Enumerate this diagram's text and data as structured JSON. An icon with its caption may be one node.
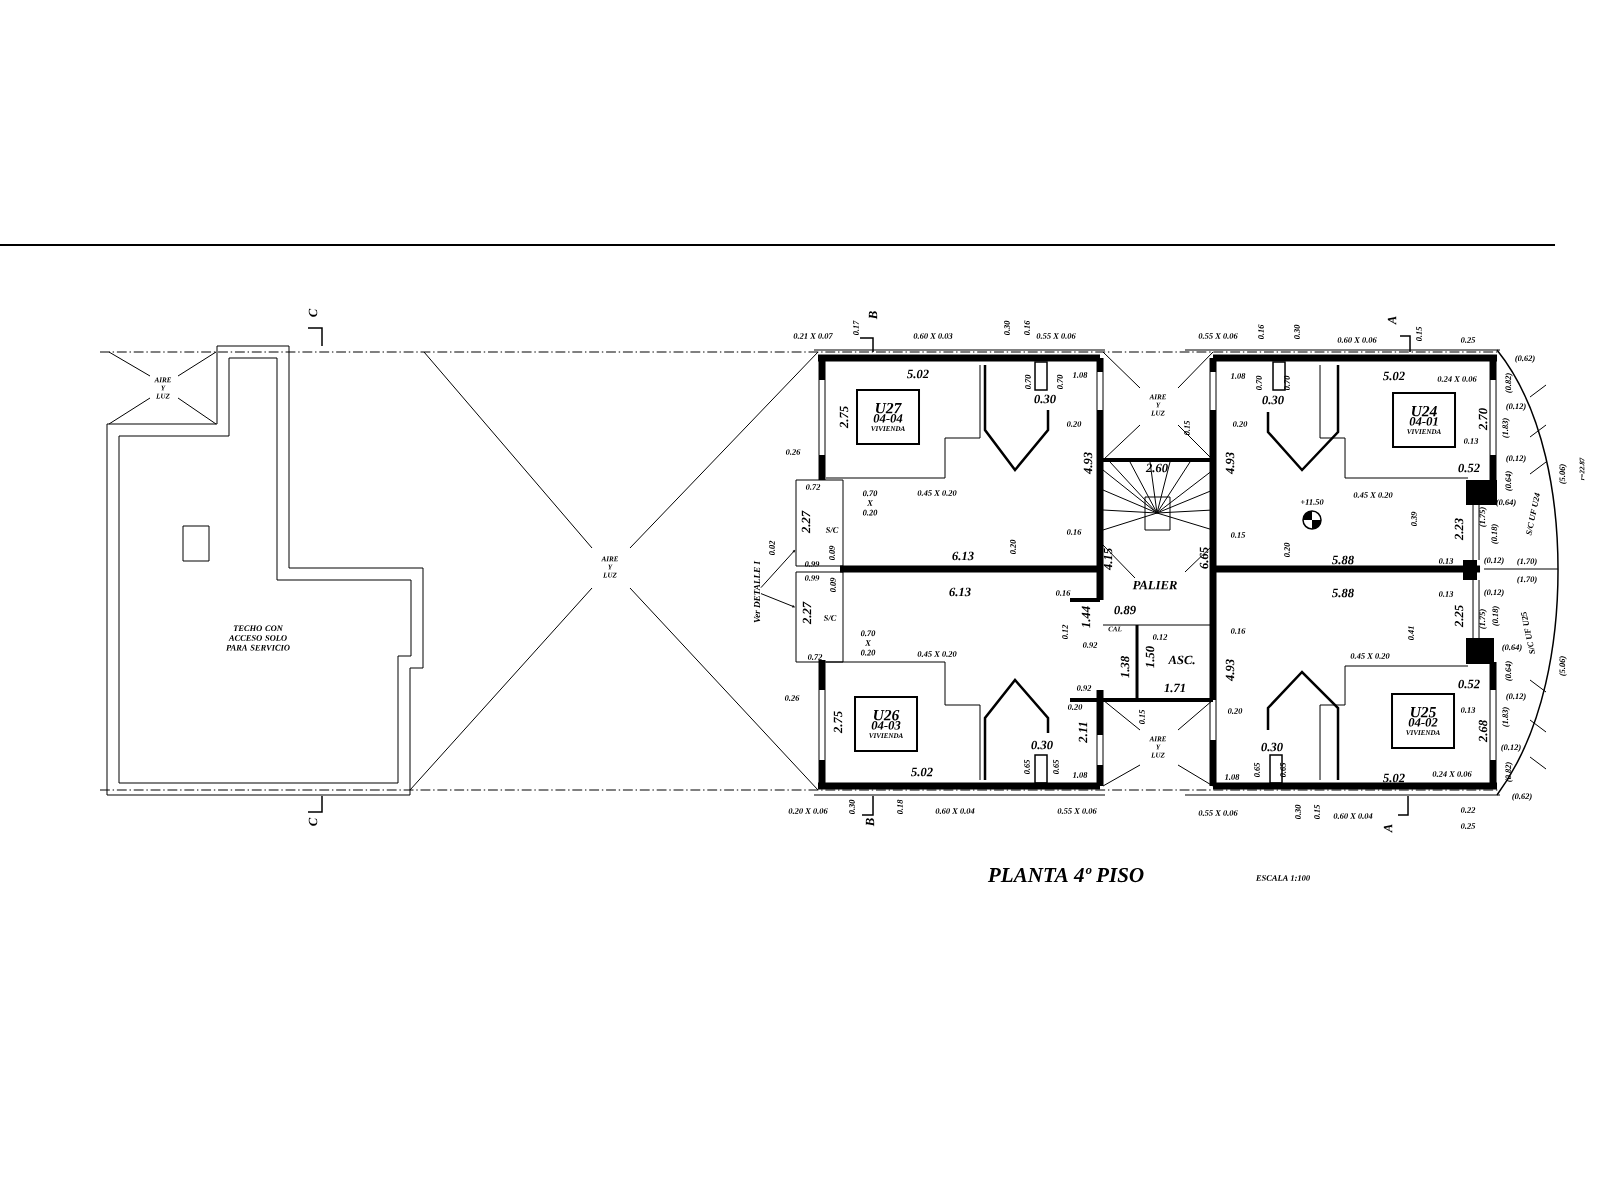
{
  "diagram": {
    "title": "PLANTA 4º PISO",
    "nodes": [
      {
        "text": [
          "U27",
          "04-04",
          "VIVIENDA"
        ]
      },
      {
        "text": [
          "U24",
          "04-01",
          "VIVIENDA"
        ]
      },
      {
        "text": [
          "U26",
          "04-03",
          "VIVIENDA"
        ]
      },
      {
        "text": [
          "U25",
          "04-02",
          "VIVIENDA"
        ]
      },
      {
        "text": [
          "Ver DETALLE I"
        ]
      },
      {
        "text": [],
        "shape": "box"
      },
      {
        "text": [],
        "shape": "box"
      }
    ],
    "edges": [
      {
        "from": 4,
        "to": 5,
        "arrow": "to"
      },
      {
        "from": 4,
        "to": 6,
        "arrow": "to"
      }
    ],
    "labels": [
      "0.21 X 0.07",
      "0.17",
      "B",
      "0.60 X 0.03",
      "0.30",
      "0.16",
      "0.55 X 0.06",
      "0.55 X 0.06",
      "0.16",
      "0.30",
      "0.60 X 0.06",
      "A",
      "0.15",
      "0.25",
      "5.02",
      "0.70",
      "0.70",
      "1.08",
      "0.30",
      "2.75",
      "0.26",
      "0.20",
      "4.93",
      "0.72",
      "0.70 X 0.20",
      "0.45 X 0.20",
      "2.27",
      "S/C",
      "0.02",
      "0.09",
      "0.99",
      "0.16",
      "0.20",
      "6.13",
      "0.99",
      "0.09",
      "6.13",
      "0.16",
      "1.44",
      "2.27",
      "S/C",
      "0.12",
      "0.70 X 0.20",
      "0.45 X 0.20",
      "0.72",
      "0.26",
      "2.75",
      "0.20",
      "2.11",
      "0.30",
      "0.65",
      "0.65",
      "5.02",
      "1.08",
      "0.20 X 0.06",
      "0.30",
      "B",
      "0.18",
      "0.60 X 0.04",
      "0.55 X 0.06",
      "AIRE Y LUZ",
      "0.15",
      "2.60",
      "4.15",
      "6.65",
      "PALIER",
      "0.89",
      "CAL",
      "0.92",
      "0.12",
      "1.38",
      "1.50",
      "ASC.",
      "0.92",
      "1.71",
      "0.15",
      "AIRE Y LUZ",
      "0.55 X 0.06",
      "1.08",
      "0.70",
      "0.70",
      "0.30",
      "5.02",
      "0.24 X 0.06",
      "0.20",
      "4.93",
      "2.70",
      "(0.62)",
      "(0.82)",
      "(0.12)",
      "(1.83)",
      "0.13",
      "(0.12)",
      "0.52",
      "(5.06)",
      "r=22.87",
      "+11.50",
      "0.45 X 0.20",
      "(0.64)",
      "(0.64)",
      "0.39",
      "(1.75)",
      "2.23",
      "(0.18)",
      "S/C UF U24",
      "0.15",
      "0.20",
      "5.88",
      "0.13",
      "(0.12)",
      "(1.70)",
      "(1.70)",
      "(0.12)",
      "0.13",
      "5.88",
      "(1.75)",
      "(0.18)",
      "2.25",
      "0.41",
      "S/C UF U25",
      "0.16",
      "0.45 X 0.20",
      "(0.64)",
      "(0.64)",
      "4.93",
      "(5.06)",
      "0.52",
      "(0.12)",
      "0.20",
      "0.13",
      "(1.83)",
      "2.68",
      "(0.12)",
      "0.30",
      "0.65",
      "0.65",
      "1.08",
      "5.02",
      "0.24 X 0.06",
      "(0.82)",
      "(0.62)",
      "0.30",
      "0.15",
      "0.60 X 0.04",
      "A",
      "0.22",
      "0.25",
      "C",
      "C",
      "AIRE Y LUZ",
      "AIRE Y LUZ",
      "TECHO CON ACCESO SOLO PARA SERVICIO",
      "ESCALA 1:100"
    ]
  }
}
